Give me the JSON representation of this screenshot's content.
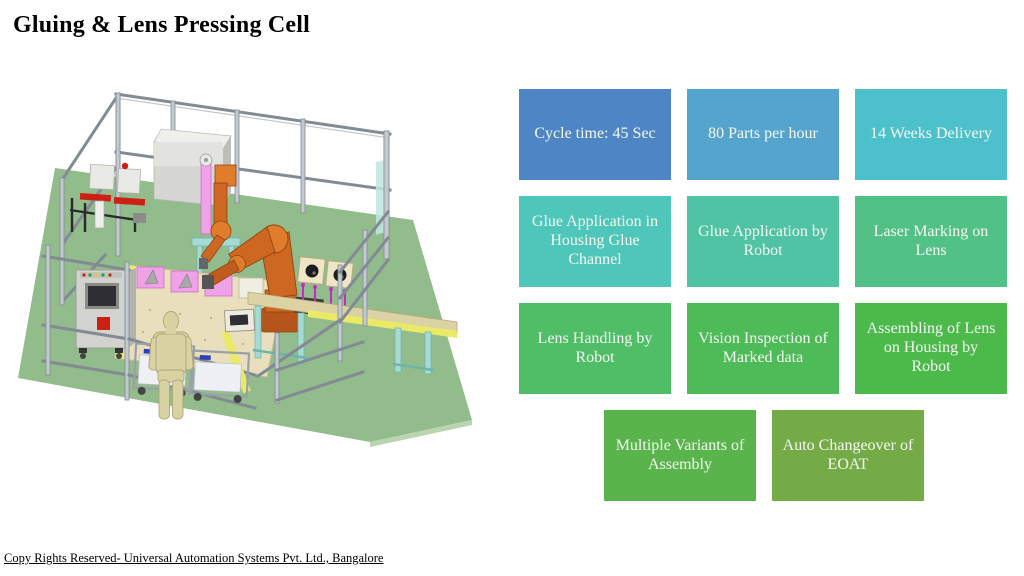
{
  "title": "Gluing & Lens Pressing Cell",
  "footer": "Copy Rights Reserved- Universal Automation Systems Pvt. Ltd., Bangalore",
  "cards": [
    {
      "label": "Cycle time: 45 Sec",
      "color": "#4e86c5"
    },
    {
      "label": "80 Parts per hour",
      "color": "#55a4ce"
    },
    {
      "label": "14 Weeks Delivery",
      "color": "#4dc1cb"
    },
    {
      "label": "Glue Application in Housing Glue Channel",
      "color": "#4fc6ba"
    },
    {
      "label": "Glue Application by Robot",
      "color": "#4fc3a3"
    },
    {
      "label": "Laser Marking on Lens",
      "color": "#52c186"
    },
    {
      "label": "Lens Handling by Robot",
      "color": "#50bd67"
    },
    {
      "label": "Vision Inspection of Marked data",
      "color": "#4dbb57"
    },
    {
      "label": "Assembling of Lens on Housing by Robot",
      "color": "#4cb94b"
    },
    {
      "label": "Multiple Variants of Assembly",
      "color": "#58b44b"
    },
    {
      "label": "Auto Changeover of EOAT",
      "color": "#74ab47"
    }
  ],
  "illustration": {
    "description": "3D CAD render of gluing and lens pressing robotic cell",
    "colors": {
      "floor": "#92bc8b",
      "floor_edge": "#b9d4ae",
      "frame": "#828a94",
      "frame_light": "#c3c9d0",
      "robot_orange": "#cd6722",
      "robot_orange_light": "#e07d2c",
      "robot_orange_dark": "#8f4513",
      "teal_stand": "#a5dbd4",
      "teal_stand_dark": "#6db4ab",
      "pink_fixture": "#f0a2e8",
      "pink_fixture_dark": "#cf6fc4",
      "table_cream": "#e9dfbd",
      "table_edge": "#c9bc92",
      "yellow_strip": "#ebe968",
      "mannequin": "#d9d2a2",
      "mannequin_dark": "#aea675",
      "cabinet_gray": "#d2d2ce",
      "cabinet_side": "#b2b2ae",
      "white_panel": "#e9e9e5",
      "enclosure_top": "#efefec",
      "red_accent": "#cc2015",
      "glass_teal": "#bfe6e0",
      "conveyor_tan": "#dcd3a5",
      "magenta_pin": "#c22cc2",
      "dark_gray": "#3c3c3c",
      "screen_dark": "#2e2e34",
      "wheel": "#444444",
      "cart_panel": "#eef0f5",
      "cart_label": "#2b3fbb"
    }
  }
}
